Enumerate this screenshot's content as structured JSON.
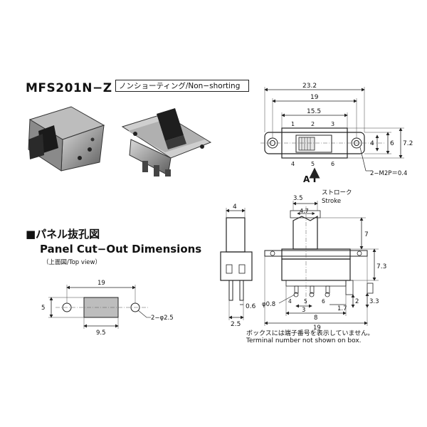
{
  "header": {
    "model": "MFS201N−Z",
    "type_label": "ノンショーティング/Non−shorting"
  },
  "front_view": {
    "dim_overall": "23.2",
    "dim_mount": "19",
    "dim_body": "15.5",
    "dim_height": "7.2",
    "dim_window": "6",
    "dim_slot": "4",
    "hole_label": "2−M2P＝0.4",
    "terminals_top": [
      "1",
      "2",
      "3"
    ],
    "terminals_bottom": [
      "4",
      "5",
      "6"
    ],
    "arrow_label": "A"
  },
  "side_view": {
    "dim_knob": "4",
    "dim_pin_gap": "0.6",
    "dim_pin_width": "2.5"
  },
  "main_view": {
    "dim_stroke": "3.5",
    "stroke_jp": "ストローク",
    "stroke_en": "Stroke",
    "dim_knob_width": "4.7",
    "dim_knob_height": "7",
    "dim_body_height": "7.3",
    "dim_pin_dia": "φ0.8",
    "dim_pitch": "3",
    "dim_span": "8",
    "dim_total": "19",
    "dim_pin_len": "1.7",
    "dim_right_a": "2",
    "dim_right_b": "3.3",
    "pin_numbers": [
      "4",
      "5",
      "6"
    ]
  },
  "panel": {
    "title_jp": "■パネル抜孔図",
    "title_en": "Panel Cut−Out Dimensions",
    "top_view": "（上面図/Top view）",
    "dim_width": "19",
    "dim_slot": "9.5",
    "dim_height": "5",
    "hole_label": "2−φ2.5"
  },
  "note": {
    "jp": "ボックスには端子番号を表示していません。",
    "en": "Terminal number not shown on box."
  }
}
